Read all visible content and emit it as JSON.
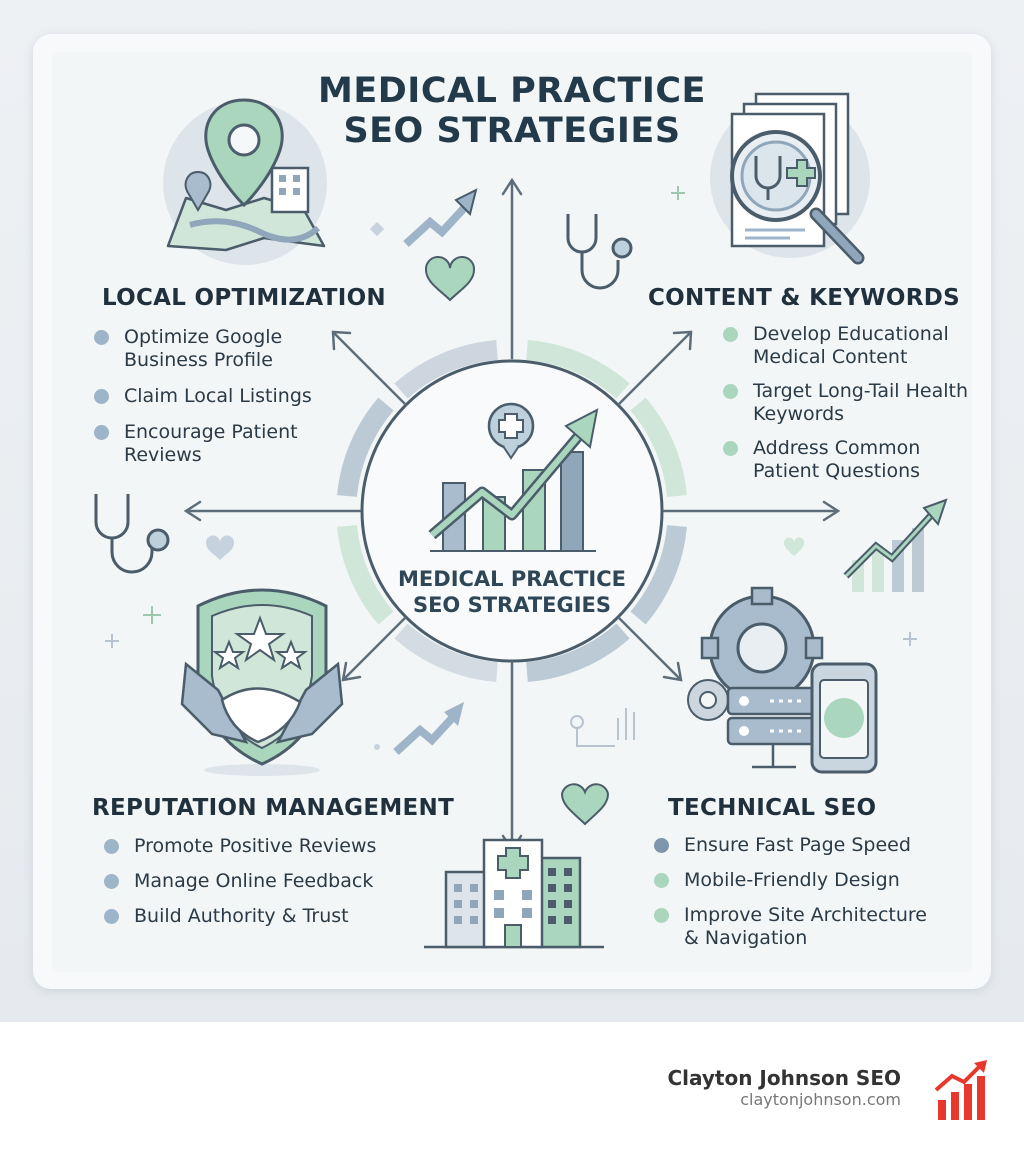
{
  "title": {
    "line1": "MEDICAL PRACTICE",
    "line2": "SEO STRATEGIES"
  },
  "center": {
    "line1": "MEDICAL PRACTICE",
    "line2": "SEO STRATEGIES"
  },
  "sections": {
    "local": {
      "heading": "LOCAL OPTIMIZATION",
      "items": [
        "Optimize Google Business Profile",
        "Claim Local Listings",
        "Encourage Patient Reviews"
      ]
    },
    "content": {
      "heading": "CONTENT & KEYWORDS",
      "items": [
        "Develop Educational Medical Content",
        "Target Long-Tail Health Keywords",
        "Address Common Patient Questions"
      ]
    },
    "reputation": {
      "heading": "REPUTATION MANAGEMENT",
      "items": [
        "Promote Positive Reviews",
        "Manage Online Feedback",
        "Build Authority & Trust"
      ]
    },
    "technical": {
      "heading": "TECHNICAL SEO",
      "items": [
        "Ensure Fast Page Speed",
        "Mobile-Friendly Design",
        "Improve Site Architecture & Navigation"
      ]
    }
  },
  "brand": {
    "name": "Clayton Johnson SEO",
    "url": "claytonjohnson.com"
  },
  "colors": {
    "navy": "#233a4a",
    "sage": "#a9d6bc",
    "blue_gray": "#9eb4c8",
    "brand_red": "#e8372c"
  },
  "icons": [
    "map-pin-icon",
    "magnifier-stethoscope-icon",
    "stethoscope-icon",
    "growth-chart-icon",
    "shield-handshake-icon",
    "gear-server-phone-icon",
    "hospital-icon",
    "heart-icon",
    "medical-cross-icon"
  ]
}
